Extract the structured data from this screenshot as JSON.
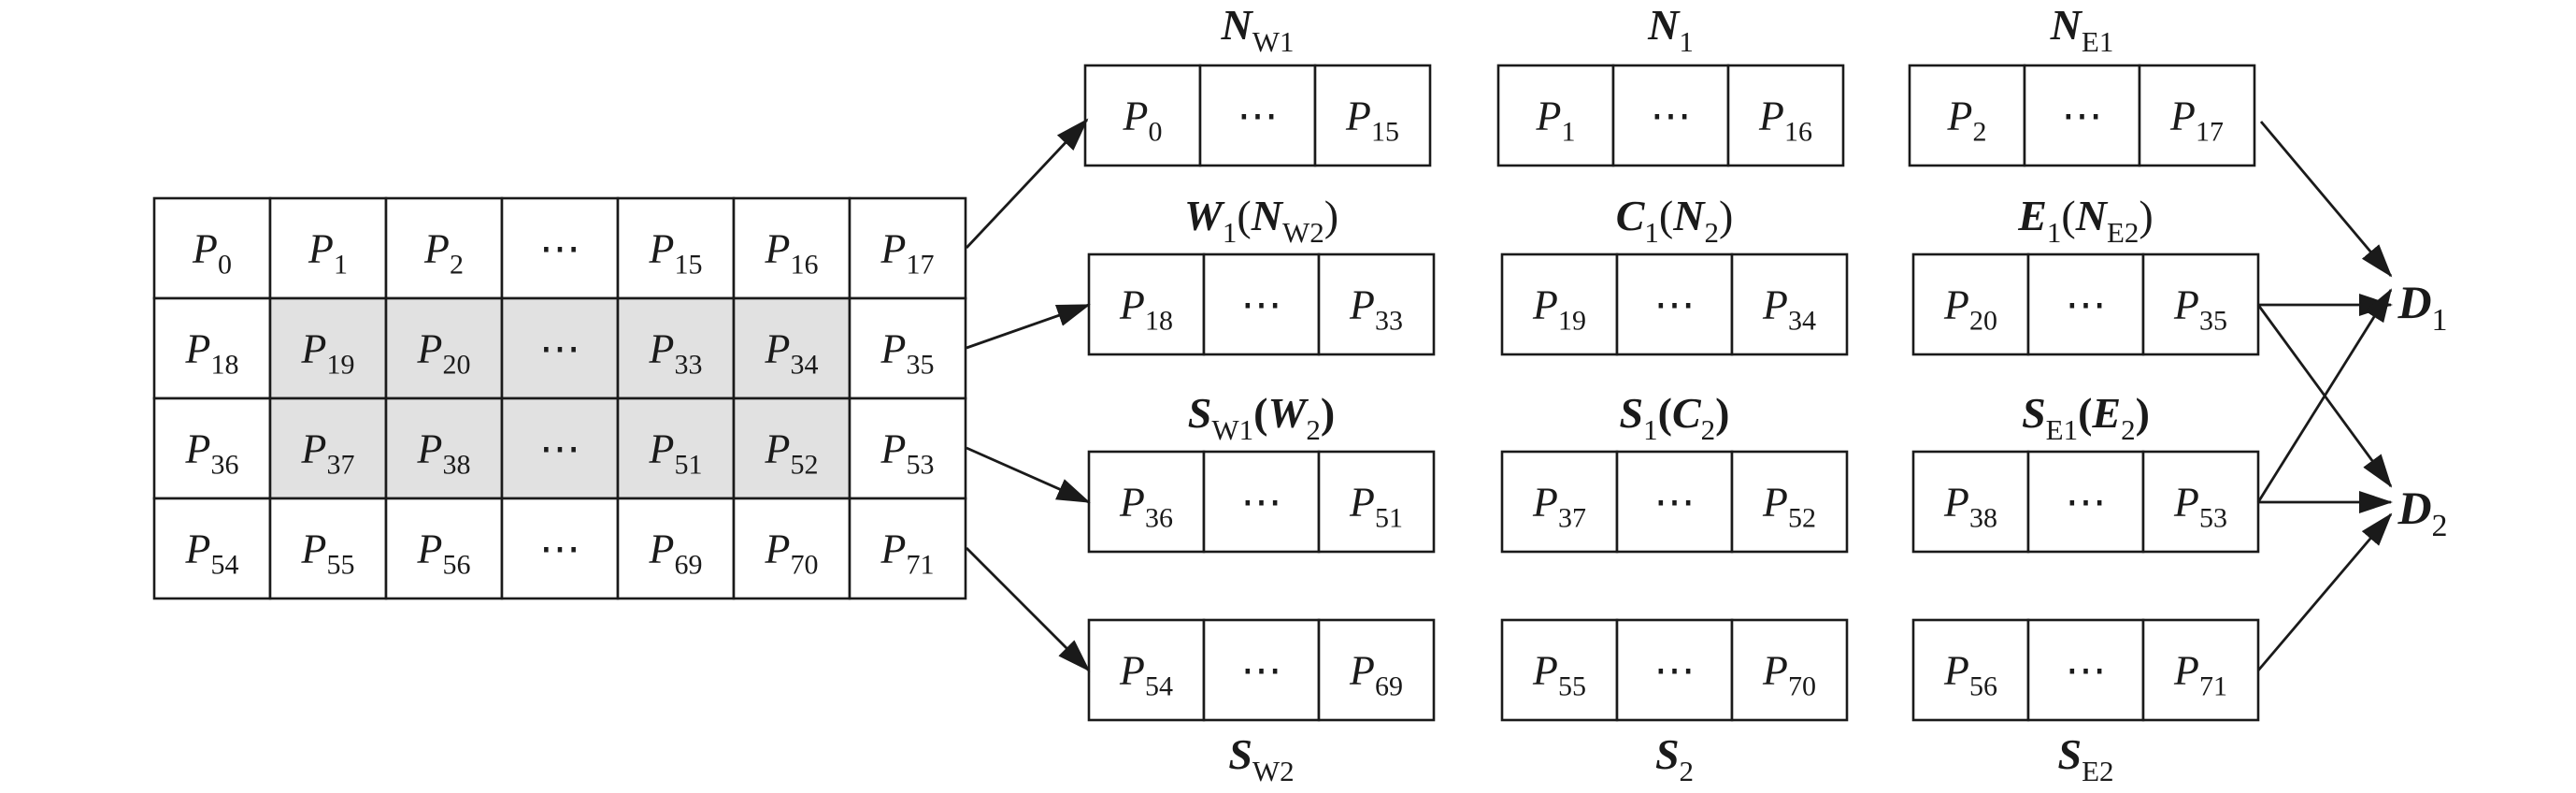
{
  "grid": {
    "rows": [
      [
        {
          "p": "P",
          "s": "0"
        },
        {
          "p": "P",
          "s": "1"
        },
        {
          "p": "P",
          "s": "2"
        },
        {
          "t": "⋯"
        },
        {
          "p": "P",
          "s": "15"
        },
        {
          "p": "P",
          "s": "16"
        },
        {
          "p": "P",
          "s": "17"
        }
      ],
      [
        {
          "p": "P",
          "s": "18"
        },
        {
          "p": "P",
          "s": "19",
          "shaded": true
        },
        {
          "p": "P",
          "s": "20",
          "shaded": true
        },
        {
          "t": "⋯",
          "shaded": true
        },
        {
          "p": "P",
          "s": "33",
          "shaded": true
        },
        {
          "p": "P",
          "s": "34",
          "shaded": true
        },
        {
          "p": "P",
          "s": "35"
        }
      ],
      [
        {
          "p": "P",
          "s": "36"
        },
        {
          "p": "P",
          "s": "37",
          "shaded": true
        },
        {
          "p": "P",
          "s": "38",
          "shaded": true
        },
        {
          "t": "⋯",
          "shaded": true
        },
        {
          "p": "P",
          "s": "51",
          "shaded": true
        },
        {
          "p": "P",
          "s": "52",
          "shaded": true
        },
        {
          "p": "P",
          "s": "53"
        }
      ],
      [
        {
          "p": "P",
          "s": "54"
        },
        {
          "p": "P",
          "s": "55"
        },
        {
          "p": "P",
          "s": "56"
        },
        {
          "t": "⋯"
        },
        {
          "p": "P",
          "s": "69"
        },
        {
          "p": "P",
          "s": "70"
        },
        {
          "p": "P",
          "s": "71"
        }
      ]
    ]
  },
  "blocks": [
    {
      "id": "nw1",
      "label": [
        {
          "t": "N",
          "c": "bi"
        },
        {
          "t": "W1",
          "c": "sub"
        }
      ],
      "cells": [
        {
          "p": "P",
          "s": "0"
        },
        {
          "t": "⋯"
        },
        {
          "p": "P",
          "s": "15"
        }
      ]
    },
    {
      "id": "n1",
      "label": [
        {
          "t": "N",
          "c": "bi"
        },
        {
          "t": "1",
          "c": "sub"
        }
      ],
      "cells": [
        {
          "p": "P",
          "s": "1"
        },
        {
          "t": "⋯"
        },
        {
          "p": "P",
          "s": "16"
        }
      ]
    },
    {
      "id": "ne1",
      "label": [
        {
          "t": "N",
          "c": "bi"
        },
        {
          "t": "E1",
          "c": "sub"
        }
      ],
      "cells": [
        {
          "p": "P",
          "s": "2"
        },
        {
          "t": "⋯"
        },
        {
          "p": "P",
          "s": "17"
        }
      ]
    },
    {
      "id": "w1",
      "label": [
        {
          "t": "W",
          "c": "bi"
        },
        {
          "t": "1",
          "c": "sub"
        },
        {
          "t": "(",
          "c": "n"
        },
        {
          "t": "N",
          "c": "bi"
        },
        {
          "t": "W2",
          "c": "sub"
        },
        {
          "t": ")",
          "c": "n"
        }
      ],
      "cells": [
        {
          "p": "P",
          "s": "18"
        },
        {
          "t": "⋯"
        },
        {
          "p": "P",
          "s": "33"
        }
      ]
    },
    {
      "id": "c1",
      "label": [
        {
          "t": "C",
          "c": "bi"
        },
        {
          "t": "1",
          "c": "sub"
        },
        {
          "t": "(",
          "c": "n"
        },
        {
          "t": "N",
          "c": "bi"
        },
        {
          "t": "2",
          "c": "sub"
        },
        {
          "t": ")",
          "c": "n"
        }
      ],
      "cells": [
        {
          "p": "P",
          "s": "19"
        },
        {
          "t": "⋯"
        },
        {
          "p": "P",
          "s": "34"
        }
      ]
    },
    {
      "id": "e1",
      "label": [
        {
          "t": "E",
          "c": "bi"
        },
        {
          "t": "1",
          "c": "sub"
        },
        {
          "t": "(",
          "c": "n"
        },
        {
          "t": "N",
          "c": "bi"
        },
        {
          "t": "E2",
          "c": "sub"
        },
        {
          "t": ")",
          "c": "n"
        }
      ],
      "cells": [
        {
          "p": "P",
          "s": "20"
        },
        {
          "t": "⋯"
        },
        {
          "p": "P",
          "s": "35"
        }
      ]
    },
    {
      "id": "sw1",
      "label": [
        {
          "t": "S",
          "c": "bi"
        },
        {
          "t": "W1",
          "c": "sub"
        },
        {
          "t": "(",
          "c": "b"
        },
        {
          "t": "W",
          "c": "bi"
        },
        {
          "t": "2",
          "c": "sub"
        },
        {
          "t": ")",
          "c": "b"
        }
      ],
      "cells": [
        {
          "p": "P",
          "s": "36"
        },
        {
          "t": "⋯"
        },
        {
          "p": "P",
          "s": "51"
        }
      ]
    },
    {
      "id": "s1",
      "label": [
        {
          "t": "S",
          "c": "bi"
        },
        {
          "t": "1",
          "c": "sub"
        },
        {
          "t": "(",
          "c": "b"
        },
        {
          "t": "C",
          "c": "bi"
        },
        {
          "t": "2",
          "c": "sub"
        },
        {
          "t": ")",
          "c": "b"
        }
      ],
      "cells": [
        {
          "p": "P",
          "s": "37"
        },
        {
          "t": "⋯"
        },
        {
          "p": "P",
          "s": "52"
        }
      ]
    },
    {
      "id": "se1",
      "label": [
        {
          "t": "S",
          "c": "bi"
        },
        {
          "t": "E1",
          "c": "sub"
        },
        {
          "t": "(",
          "c": "b"
        },
        {
          "t": "E",
          "c": "bi"
        },
        {
          "t": "2",
          "c": "sub"
        },
        {
          "t": ")",
          "c": "b"
        }
      ],
      "cells": [
        {
          "p": "P",
          "s": "38"
        },
        {
          "t": "⋯"
        },
        {
          "p": "P",
          "s": "53"
        }
      ]
    },
    {
      "id": "sw2",
      "label": [
        {
          "t": "S",
          "c": "bi"
        },
        {
          "t": "W2",
          "c": "sub"
        }
      ],
      "cells": [
        {
          "p": "P",
          "s": "54"
        },
        {
          "t": "⋯"
        },
        {
          "p": "P",
          "s": "69"
        }
      ]
    },
    {
      "id": "s2",
      "label": [
        {
          "t": "S",
          "c": "bi"
        },
        {
          "t": "2",
          "c": "sub"
        }
      ],
      "cells": [
        {
          "p": "P",
          "s": "55"
        },
        {
          "t": "⋯"
        },
        {
          "p": "P",
          "s": "70"
        }
      ]
    },
    {
      "id": "se2",
      "label": [
        {
          "t": "S",
          "c": "bi"
        },
        {
          "t": "E2",
          "c": "sub"
        }
      ],
      "cells": [
        {
          "p": "P",
          "s": "56"
        },
        {
          "t": "⋯"
        },
        {
          "p": "P",
          "s": "71"
        }
      ]
    }
  ],
  "outputs": [
    {
      "id": "d1",
      "label": [
        {
          "t": "D",
          "c": "bi"
        },
        {
          "t": "1",
          "c": "sub"
        }
      ]
    },
    {
      "id": "d2",
      "label": [
        {
          "t": "D",
          "c": "bi"
        },
        {
          "t": "2",
          "c": "sub"
        }
      ]
    }
  ],
  "colors": {
    "line": "#1a1a1a",
    "shaded": "#e1e1e1",
    "background": "#ffffff"
  }
}
